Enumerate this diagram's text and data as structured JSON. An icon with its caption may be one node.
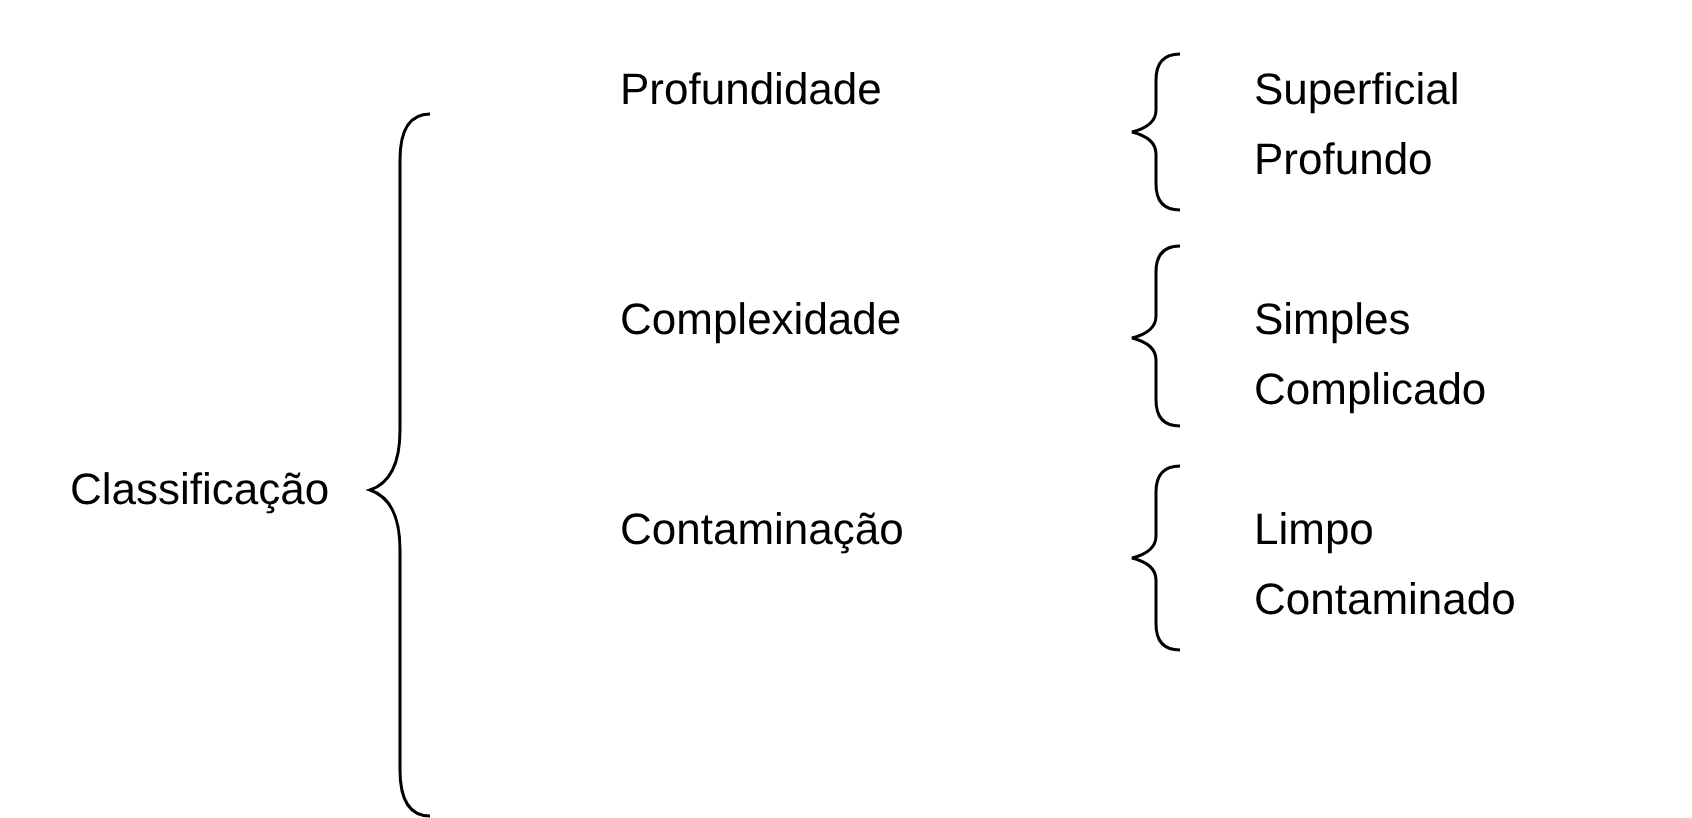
{
  "diagram": {
    "labels": [
      "Classificação",
      "Profundidade",
      "Superficial",
      "Profundo",
      "Complexidade",
      "Simples",
      "Complicado",
      "Contaminação",
      "Limpo",
      "Contaminado"
    ]
  }
}
